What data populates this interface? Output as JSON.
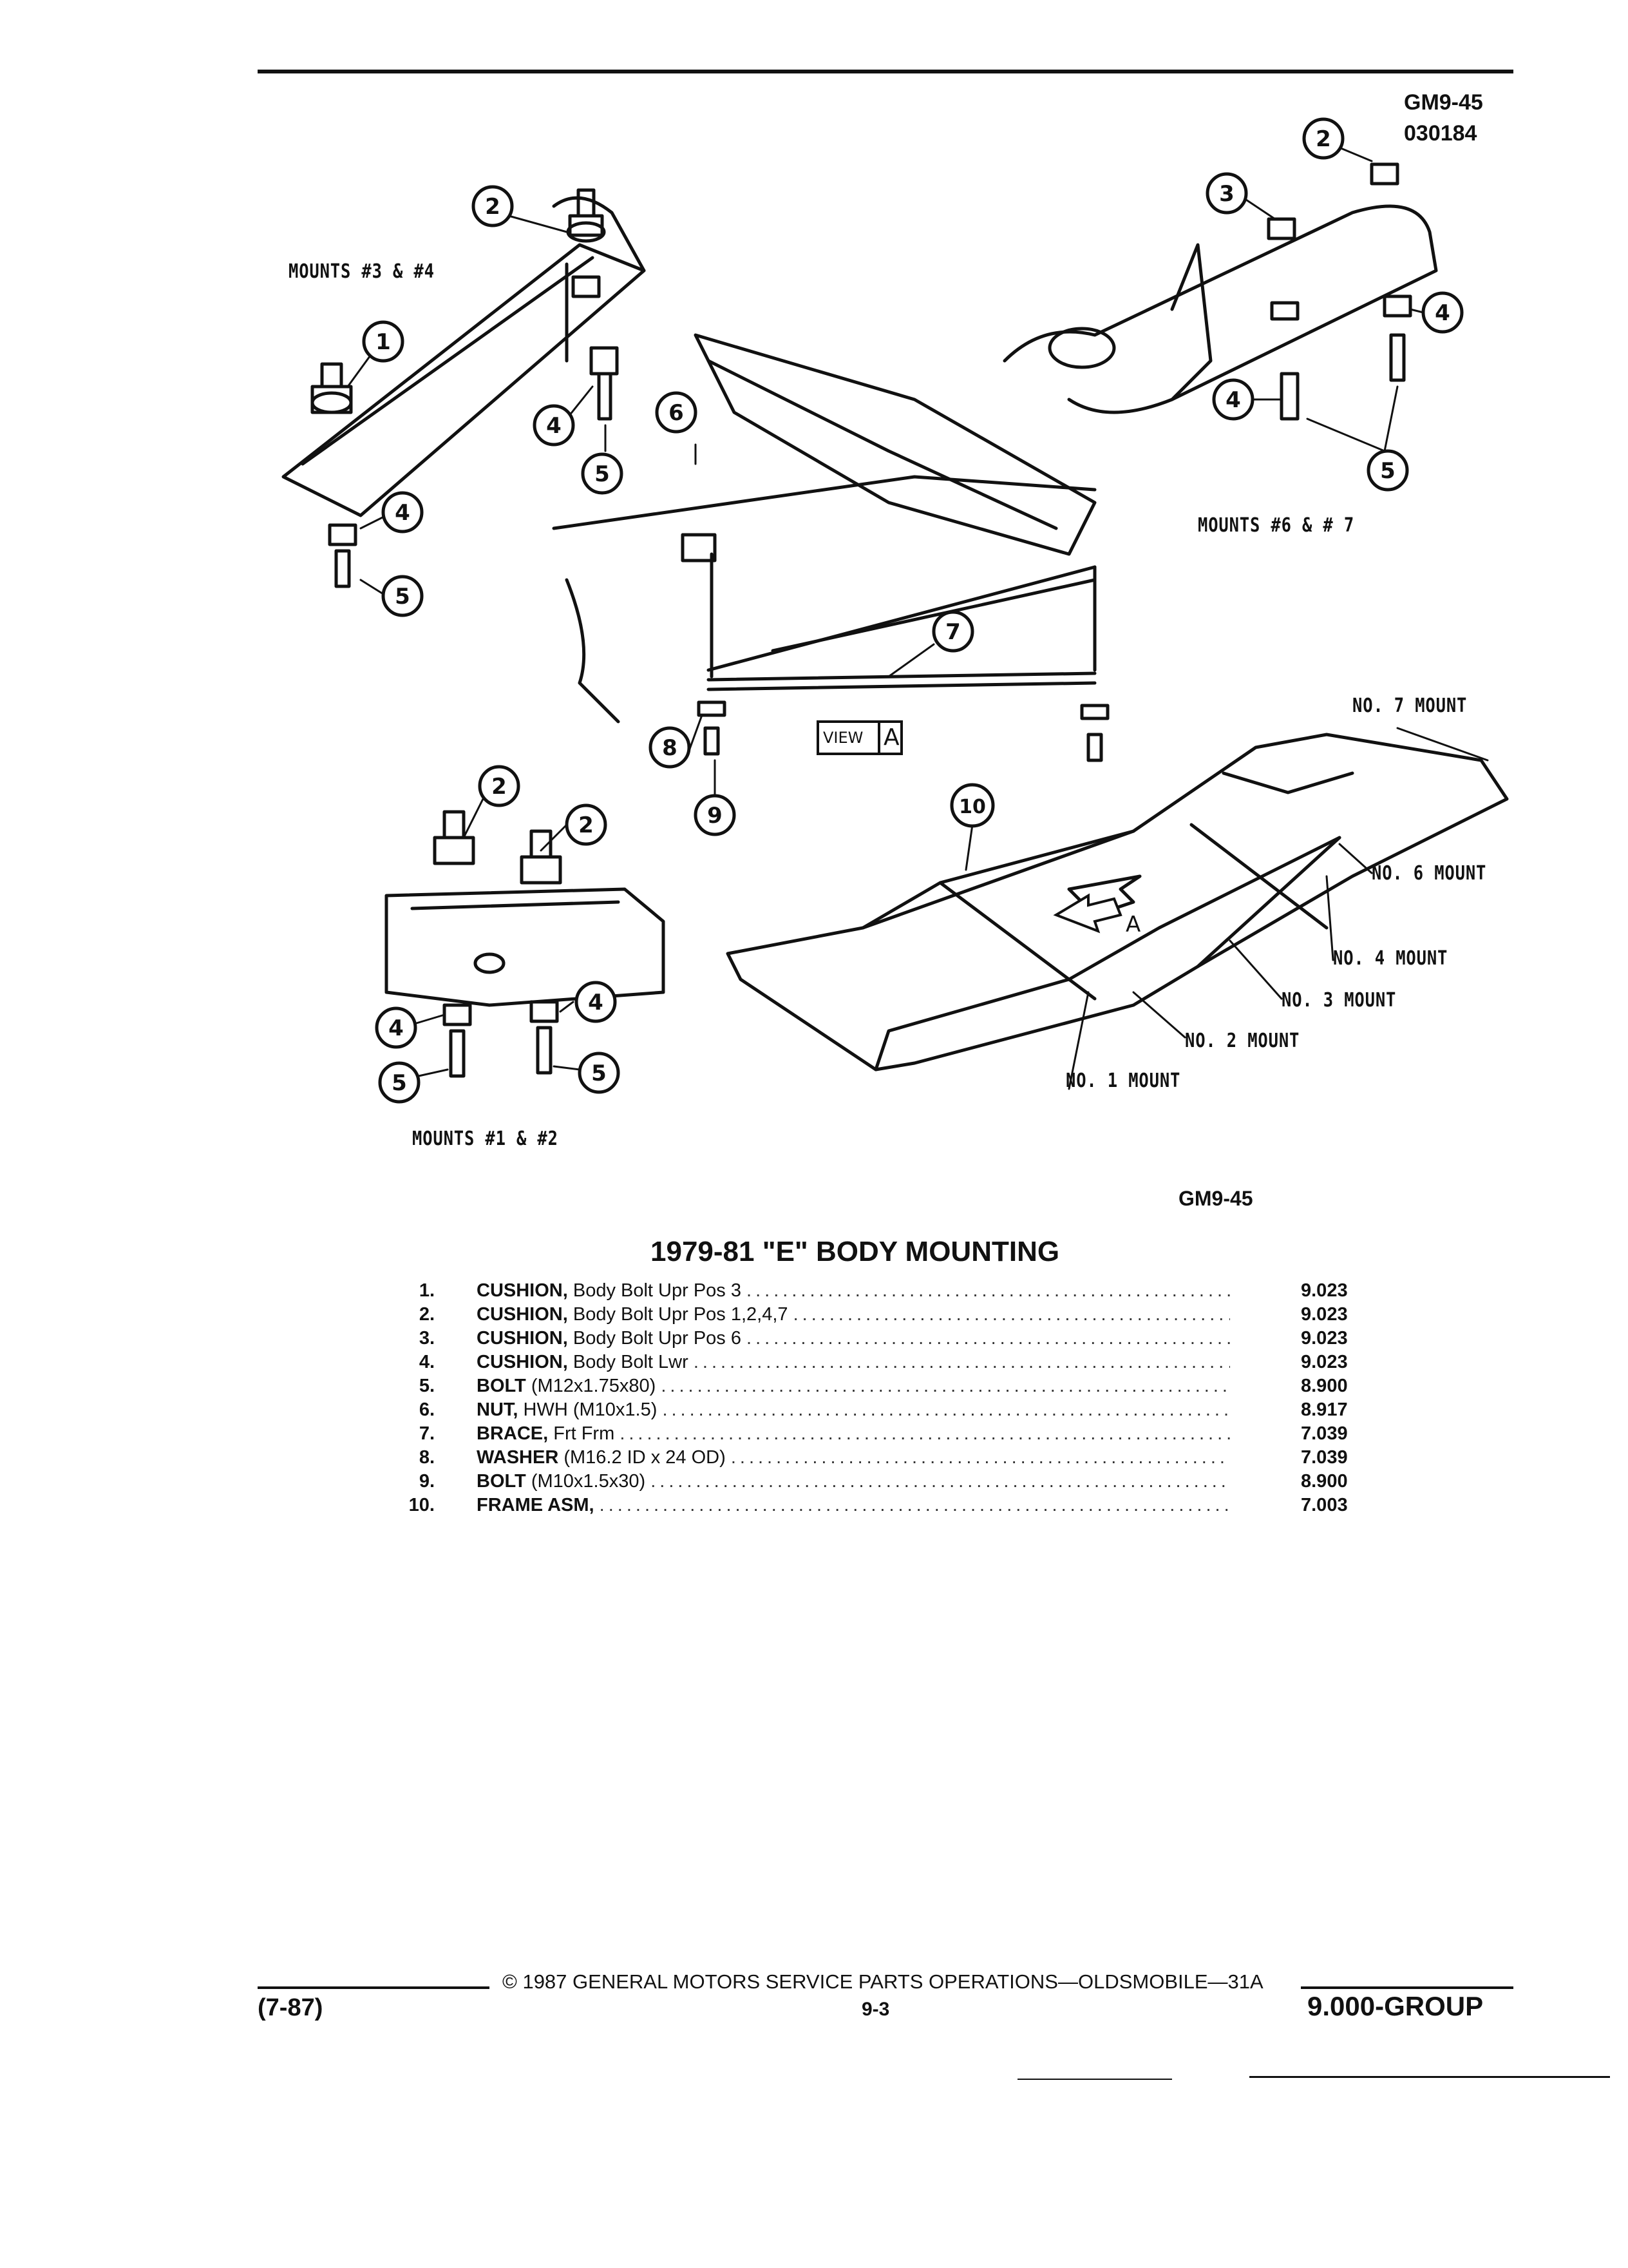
{
  "header": {
    "code1": "GM9-45",
    "code2": "030184"
  },
  "diagram": {
    "mounts_34": "MOUNTS #3 & #4",
    "mounts_67": "MOUNTS #6 & # 7",
    "mounts_12": "MOUNTS #1 & #2",
    "view_word": "VIEW",
    "view_letter": "A",
    "arrow_letter": "A",
    "mount_labels": [
      "NO. 7 MOUNT",
      "NO. 6 MOUNT",
      "NO. 4 MOUNT",
      "NO. 3 MOUNT",
      "NO. 2 MOUNT",
      "NO. 1 MOUNT"
    ],
    "figure_code": "GM9-45"
  },
  "title": "1979-81 \"E\" BODY MOUNTING",
  "parts": [
    {
      "num": "1.",
      "name": "CUSHION,",
      "detail": " Body Bolt Upr Pos 3",
      "group": "9.023"
    },
    {
      "num": "2.",
      "name": "CUSHION,",
      "detail": " Body Bolt Upr Pos 1,2,4,7",
      "group": "9.023"
    },
    {
      "num": "3.",
      "name": "CUSHION,",
      "detail": " Body Bolt Upr Pos 6",
      "group": "9.023"
    },
    {
      "num": "4.",
      "name": "CUSHION,",
      "detail": " Body Bolt Lwr",
      "group": "9.023"
    },
    {
      "num": "5.",
      "name": "BOLT",
      "detail": " (M12x1.75x80)",
      "group": "8.900"
    },
    {
      "num": "6.",
      "name": "NUT,",
      "detail": " HWH (M10x1.5)",
      "group": "8.917"
    },
    {
      "num": "7.",
      "name": "BRACE,",
      "detail": " Frt Frm",
      "group": "7.039"
    },
    {
      "num": "8.",
      "name": "WASHER",
      "detail": " (M16.2 ID x 24 OD)",
      "group": "7.039"
    },
    {
      "num": "9.",
      "name": "BOLT",
      "detail": " (M10x1.5x30)",
      "group": "8.900"
    },
    {
      "num": "10.",
      "name": "FRAME ASM,",
      "detail": "",
      "group": "7.003"
    }
  ],
  "footer": {
    "date": "(7-87)",
    "copyright": "© 1987 GENERAL MOTORS SERVICE PARTS OPERATIONS—OLDSMOBILE—31A",
    "page": "9-3",
    "group": "9.000-GROUP"
  }
}
